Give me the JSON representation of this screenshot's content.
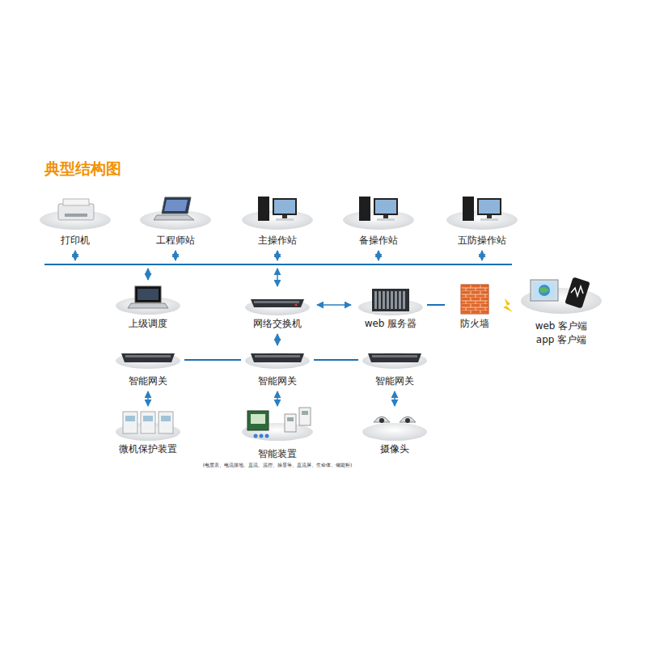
{
  "diagram": {
    "title": "典型结构图",
    "nodes": [
      {
        "text": [
          "打印机"
        ]
      },
      {
        "text": [
          "工程师站"
        ]
      },
      {
        "text": [
          "主操作站"
        ]
      },
      {
        "text": [
          "备操作站"
        ]
      },
      {
        "text": [
          "五防操作站"
        ]
      },
      {
        "text": [
          "上级调度"
        ]
      },
      {
        "text": [
          "网络交换机"
        ]
      },
      {
        "text": [
          "web 服务器"
        ]
      },
      {
        "text": [
          "防火墙"
        ]
      },
      {
        "text": [
          "web 客户端",
          "app 客户端"
        ]
      },
      {
        "text": [
          "智能网关"
        ]
      },
      {
        "text": [
          "智能网关"
        ]
      },
      {
        "text": [
          "智能网关"
        ]
      },
      {
        "text": [
          "微机保护装置"
        ]
      },
      {
        "text": [
          "智能装置",
          "(电度表、电流接地、直流、温控、操显等、直流屏、生命体、储能柜)"
        ]
      },
      {
        "text": [
          "摄像头"
        ]
      }
    ],
    "edges": [
      {
        "from": 6,
        "to": 7,
        "arrow": "both"
      },
      {
        "from": 7,
        "to": 8,
        "arrow": "none"
      },
      {
        "from": 6,
        "to": 11,
        "arrow": "both"
      },
      {
        "from": 10,
        "to": 11,
        "arrow": "none"
      },
      {
        "from": 11,
        "to": 12,
        "arrow": "none"
      },
      {
        "from": 10,
        "to": 13,
        "arrow": "both"
      },
      {
        "from": 11,
        "to": 14,
        "arrow": "both"
      },
      {
        "from": 12,
        "to": 15,
        "arrow": "both"
      }
    ]
  }
}
